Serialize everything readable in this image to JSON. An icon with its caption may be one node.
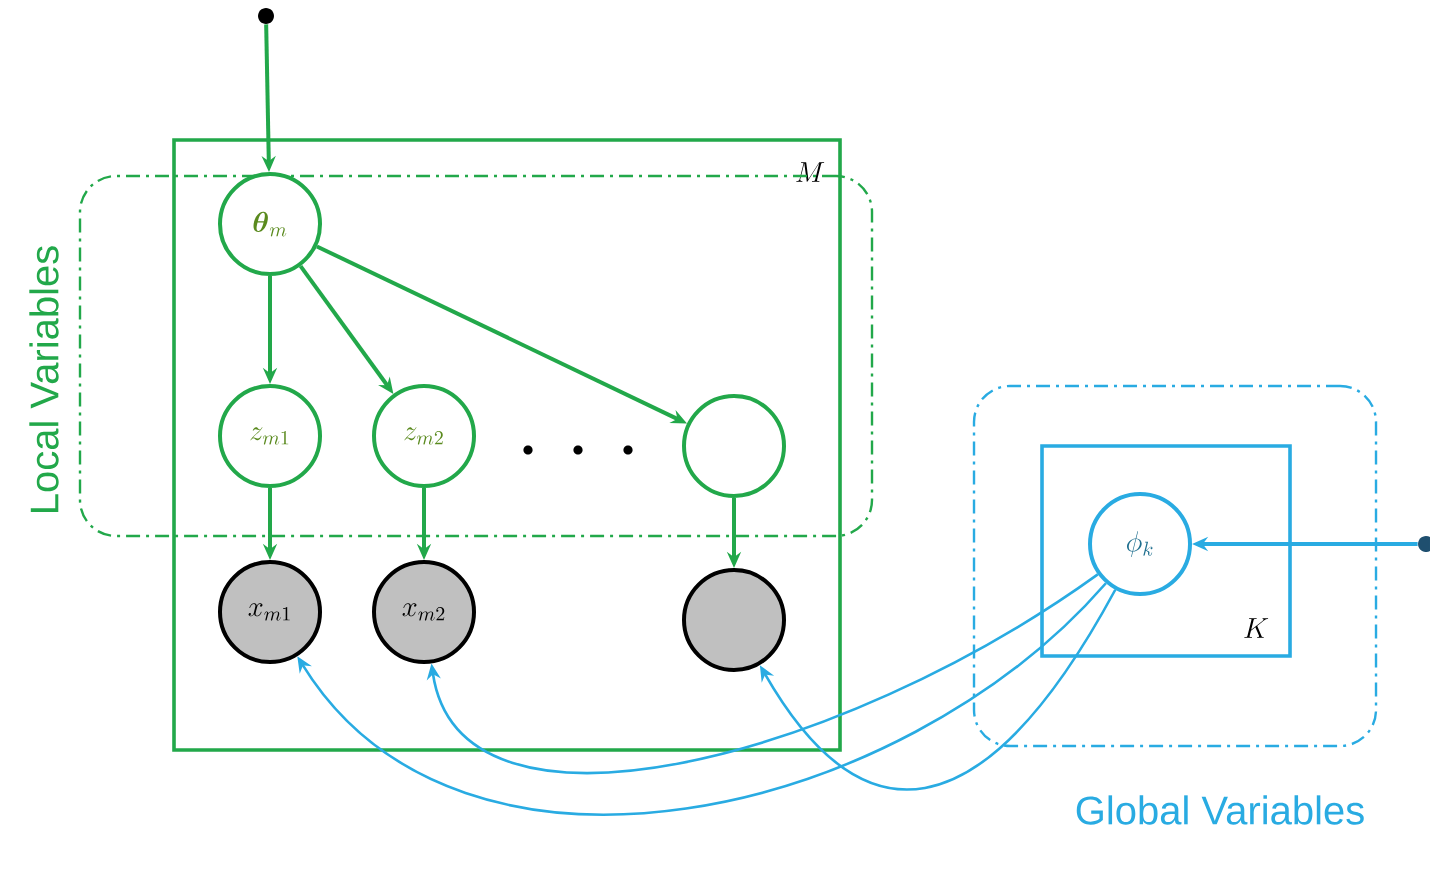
{
  "diagram": {
    "nodes": [
      {
        "text": [
          "M"
        ]
      },
      {
        "text": [
          "Local Variables"
        ]
      },
      {
        "text": [],
        "shape": "circle"
      },
      {
        "text": [
          "\\boldsymbol{\\theta}_m"
        ],
        "in": 1
      },
      {
        "text": [
          "z_{m1}"
        ],
        "in": 1
      },
      {
        "text": [
          "z_{m2}"
        ],
        "in": 1
      },
      {
        "text": [],
        "shape": "circle",
        "in": 1
      },
      {
        "text": [
          "x_{m1}"
        ],
        "in": 0
      },
      {
        "text": [
          "x_{m2}"
        ],
        "in": 0
      },
      {
        "text": [],
        "shape": "circle",
        "in": 0
      },
      {
        "text": [
          "Global Variables"
        ]
      },
      {
        "text": [
          "K"
        ],
        "in": 10
      },
      {
        "text": [
          "\\phi_k"
        ],
        "in": 11
      },
      {
        "text": [],
        "shape": "circle"
      }
    ],
    "edges": [
      {
        "from": 2,
        "to": 3,
        "arrow": "to"
      },
      {
        "from": 3,
        "to": 4,
        "arrow": "to"
      },
      {
        "from": 3,
        "to": 5,
        "arrow": "to"
      },
      {
        "from": 3,
        "to": 6,
        "arrow": "to"
      },
      {
        "from": 4,
        "to": 7,
        "arrow": "to"
      },
      {
        "from": 5,
        "to": 8,
        "arrow": "to"
      },
      {
        "from": 6,
        "to": 9,
        "arrow": "to"
      },
      {
        "from": 13,
        "to": 12,
        "arrow": "to",
        "color": "#29abe2"
      },
      {
        "from": 12,
        "to": 7,
        "arrow": "to",
        "color": "#29abe2"
      },
      {
        "from": 12,
        "to": 8,
        "arrow": "to",
        "color": "#29abe2"
      },
      {
        "from": 12,
        "to": 9,
        "arrow": "to",
        "color": "#29abe2"
      }
    ]
  }
}
